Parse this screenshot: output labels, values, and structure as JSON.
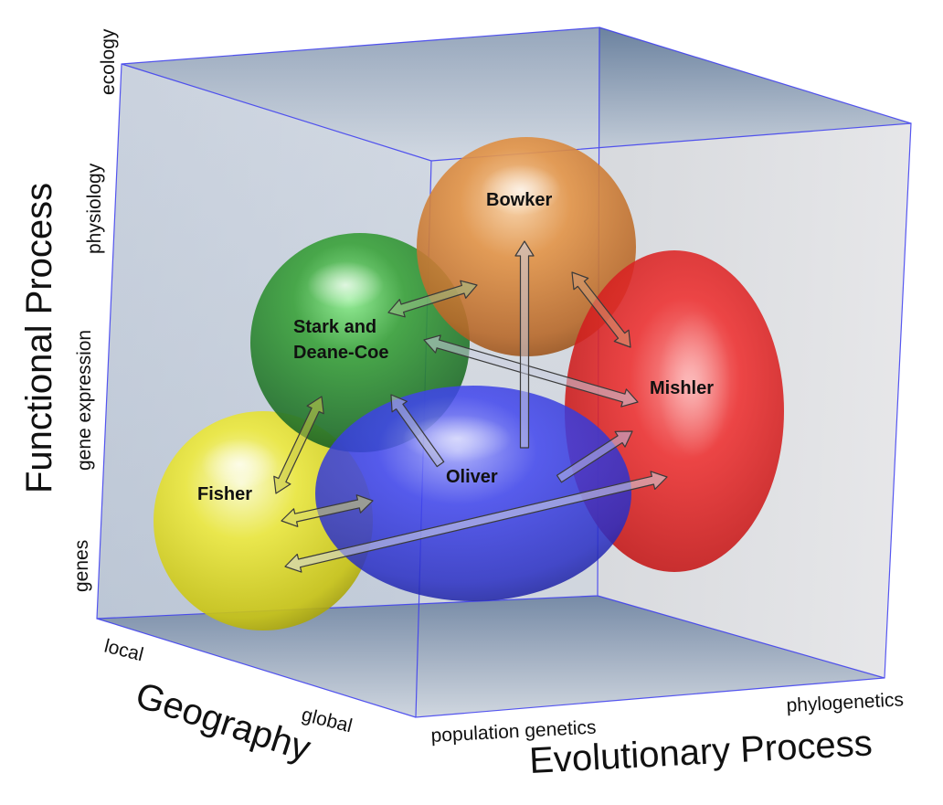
{
  "axes": {
    "functional": {
      "title": "Functional Process",
      "ticks": [
        "genes",
        "gene expression",
        "physiology",
        "ecology"
      ]
    },
    "geography": {
      "title": "Geography",
      "ticks": [
        "local",
        "global"
      ]
    },
    "evolutionary": {
      "title": "Evolutionary Process",
      "ticks": [
        "population genetics",
        "phylogenetics"
      ]
    }
  },
  "nodes": {
    "fisher": {
      "label": "Fisher",
      "color": "#e6e21e"
    },
    "stark": {
      "line1": "Stark and",
      "line2": "Deane-Coe",
      "color": "#2e8f2e"
    },
    "bowker": {
      "label": "Bowker",
      "color": "#e08a3a"
    },
    "mishler": {
      "label": "Mishler",
      "color": "#e02424"
    },
    "oliver": {
      "label": "Oliver",
      "color": "#2f35e0"
    }
  },
  "connections": [
    [
      "Fisher",
      "Stark and Deane-Coe"
    ],
    [
      "Fisher",
      "Oliver"
    ],
    [
      "Fisher",
      "Mishler"
    ],
    [
      "Stark and Deane-Coe",
      "Bowker"
    ],
    [
      "Stark and Deane-Coe",
      "Mishler"
    ],
    [
      "Bowker",
      "Mishler"
    ],
    [
      "Oliver",
      "Stark and Deane-Coe"
    ],
    [
      "Oliver",
      "Bowker"
    ],
    [
      "Oliver",
      "Mishler"
    ]
  ]
}
